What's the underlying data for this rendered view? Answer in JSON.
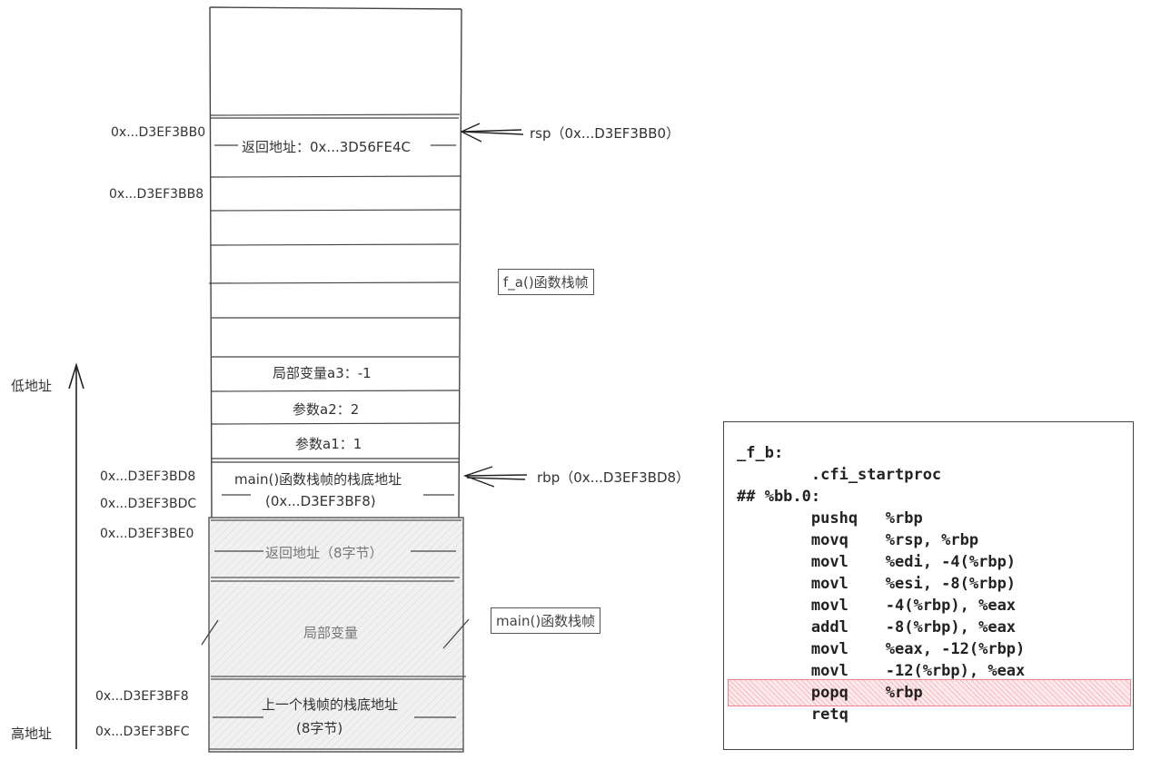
{
  "axis": {
    "low_label": "低地址",
    "high_label": "高地址"
  },
  "addresses": {
    "bb0": "0x...D3EF3BB0",
    "bb8": "0x...D3EF3BB8",
    "bd8": "0x...D3EF3BD8",
    "bdc": "0x...D3EF3BDC",
    "be0": "0x...D3EF3BE0",
    "bf8": "0x...D3EF3BF8",
    "bfc": "0x...D3EF3BFC"
  },
  "stack_cells": {
    "return_addr": "返回地址：0x...3D56FE4C",
    "local_a3": "局部变量a3：-1",
    "param_a2": "参数a2：2",
    "param_a1": "参数a1：1",
    "main_base_line1": "main()函数栈帧的栈底地址",
    "main_base_line2": "(0x...D3EF3BF8)",
    "main_return": "返回地址（8字节）",
    "main_locals": "局部变量",
    "prev_base_line1": "上一个栈帧的栈底地址",
    "prev_base_line2": "(8字节)"
  },
  "pointers": {
    "rsp": "rsp（0x...D3EF3BB0）",
    "rbp": "rbp（0x...D3EF3BD8）"
  },
  "frames": {
    "f_a": "f_a()函数栈帧",
    "main": "main()函数栈帧"
  },
  "code": {
    "lines": [
      "_f_b:",
      "        .cfi_startproc",
      "## %bb.0:",
      "        pushq   %rbp",
      "        movq    %rsp, %rbp",
      "        movl    %edi, -4(%rbp)",
      "        movl    %esi, -8(%rbp)",
      "        movl    -4(%rbp), %eax",
      "        addl    -8(%rbp), %eax",
      "        movl    %eax, -12(%rbp)",
      "        movl    -12(%rbp), %eax",
      "        popq    %rbp",
      "        retq"
    ],
    "highlight_index": 11,
    "highlight_color": "#f0828c"
  }
}
